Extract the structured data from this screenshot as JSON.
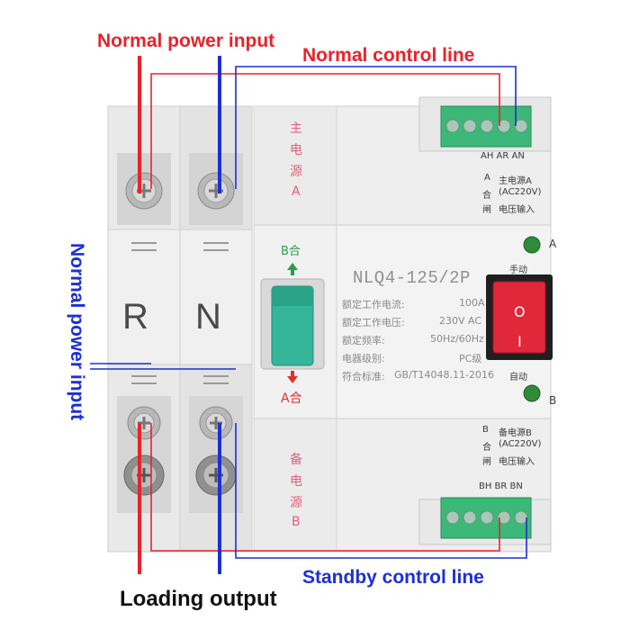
{
  "labels": {
    "normal_power_input_top": "Normal power input",
    "normal_control_line": "Normal control line",
    "normal_power_input_left": "Normal power input",
    "standby_control_line": "Standby control line",
    "loading_output": "Loading output"
  },
  "device": {
    "pole_r": "R",
    "pole_n": "N",
    "main_source": [
      "主",
      "电",
      "源",
      "A"
    ],
    "standby_source": [
      "备",
      "电",
      "源",
      "B"
    ],
    "b_close": "B合",
    "a_close": "A合",
    "model": "NLQ4-125/2P",
    "specs": [
      {
        "k": "额定工作电流:",
        "v": "100A"
      },
      {
        "k": "额定工作电压:",
        "v": "230V AC"
      },
      {
        "k": "额定频率:",
        "v": "50Hz/60Hz"
      },
      {
        "k": "电器级别:",
        "v": "PC级"
      },
      {
        "k": "符合标准:",
        "v": "GB/T14048.11-2016"
      }
    ],
    "manual": "手动",
    "auto": "自动",
    "indicator_a": "A",
    "indicator_b": "B",
    "top_terminal_labels": "AH AR AN",
    "top_a_col": [
      "A",
      "合",
      "闸"
    ],
    "top_desc": [
      "主电源A",
      "(AC220V)",
      "电压输入"
    ],
    "bottom_b_col": [
      "B",
      "合",
      "闸"
    ],
    "bottom_desc": [
      "备电源B",
      "(AC220V)",
      "电压输入"
    ],
    "bottom_terminal_labels": "BH BR BN",
    "switch_on": "O",
    "switch_off": "I"
  },
  "colors": {
    "red_wire": "#e8232a",
    "blue_wire": "#1c2fd6",
    "terminal_green": "#3cb878",
    "handle_green": "#35b59a",
    "rocker_red": "#e0283a",
    "body": "#ececec"
  }
}
